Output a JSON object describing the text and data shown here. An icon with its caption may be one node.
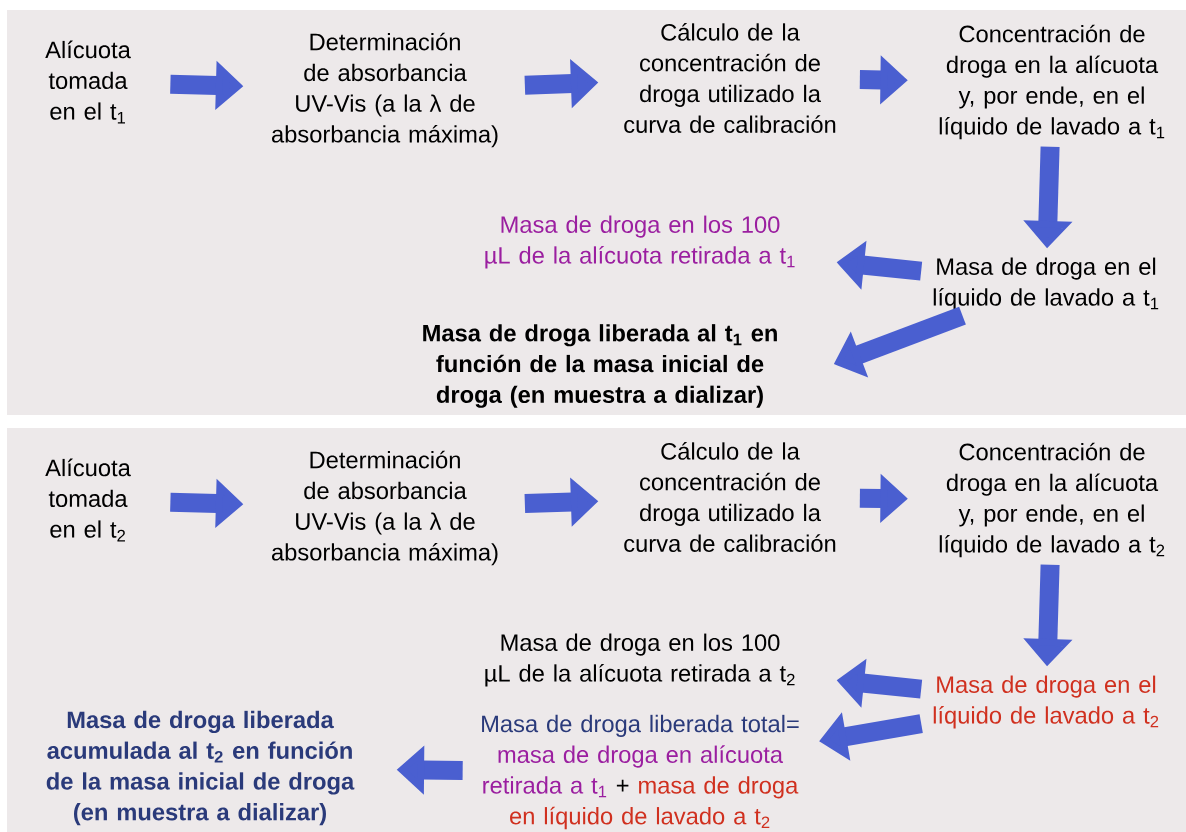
{
  "diagram": {
    "nodes": [
      {
        "text": [
          "Alícuota tomada en el t$_{1}$"
        ]
      },
      {
        "text": [
          "Determinación de absorbancia UV-Vis (a la λ de absorbancia máxima)"
        ]
      },
      {
        "text": [
          "Cálculo de la concentración de droga utilizado la curva de calibración"
        ]
      },
      {
        "text": [
          "Concentración de droga en la alícuota y, por ende, en el líquido de lavado a t$_{1}$"
        ]
      },
      {
        "text": [
          "Masa de droga en el líquido de lavado a t$_{1}$"
        ]
      },
      {
        "text": [
          "Masa de droga en los 100 µL de la alícuota retirada a t$_{1}$"
        ]
      },
      {
        "text": [
          "Masa de droga liberada al t$_{1}$ en función de la masa inicial de droga (en muestra a dializar)"
        ]
      },
      {
        "text": [
          "Alícuota tomada en el t$_{2}$"
        ]
      },
      {
        "text": [
          "Determinación de absorbancia UV-Vis (a la λ de absorbancia máxima)"
        ]
      },
      {
        "text": [
          "Cálculo de la concentración de droga utilizado la curva de calibración"
        ]
      },
      {
        "text": [
          "Concentración de droga en la alícuota y, por ende, en el líquido de lavado a t$_{2}$"
        ]
      },
      {
        "text": [
          "Masa de droga en el líquido de lavado a t$_{2}$"
        ]
      },
      {
        "text": [
          "Masa de droga en los 100 µL de la alícuota retirada a t$_{2}$"
        ]
      },
      {
        "text": [
          "Masa de droga liberada total=",
          "masa de droga en alícuota retirada a t$_{1}$",
          "+",
          "masa de droga en líquido de lavado a t$_{2}$"
        ]
      },
      {
        "text": [
          "Masa de droga liberada acumulada al t$_{2}$ en función de la masa inicial de droga (en muestra a dializar)"
        ]
      }
    ],
    "edges": [
      {
        "from": 0,
        "to": 1,
        "arrow": "to"
      },
      {
        "from": 1,
        "to": 2,
        "arrow": "to"
      },
      {
        "from": 2,
        "to": 3,
        "arrow": "to"
      },
      {
        "from": 3,
        "to": 4,
        "arrow": "to"
      },
      {
        "from": 4,
        "to": 5,
        "arrow": "to"
      },
      {
        "from": 4,
        "to": 6,
        "arrow": "to"
      },
      {
        "from": 7,
        "to": 8,
        "arrow": "to"
      },
      {
        "from": 8,
        "to": 9,
        "arrow": "to"
      },
      {
        "from": 9,
        "to": 10,
        "arrow": "to"
      },
      {
        "from": 10,
        "to": 11,
        "arrow": "to"
      },
      {
        "from": 11,
        "to": 12,
        "arrow": "to"
      },
      {
        "from": 11,
        "to": 13,
        "arrow": "to"
      },
      {
        "from": 13,
        "to": 14,
        "arrow": "to"
      }
    ]
  }
}
